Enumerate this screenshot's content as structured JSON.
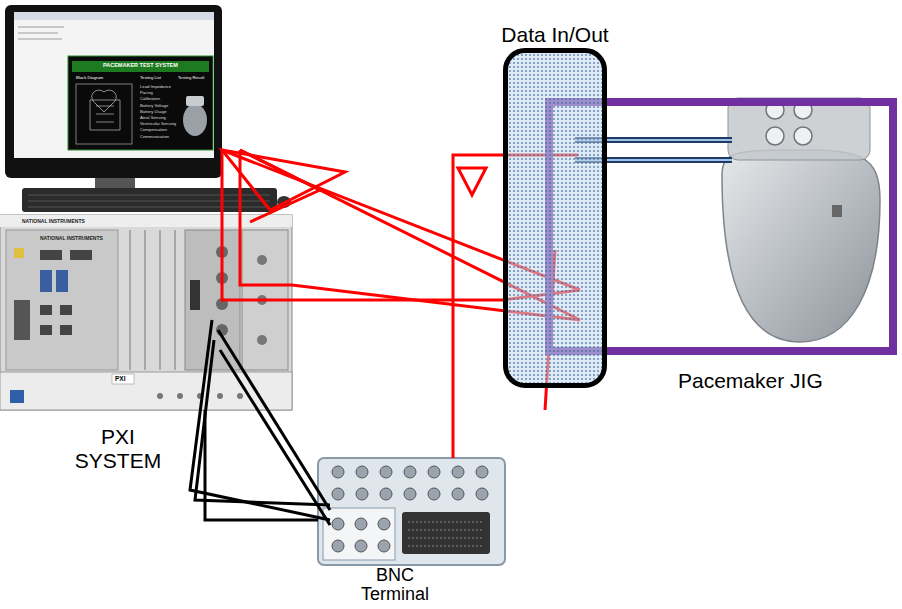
{
  "diagram": {
    "nodes": [
      {
        "text": [
          "Data In/Out"
        ]
      },
      {
        "text": [
          "Pacemaker JIG"
        ]
      },
      {
        "text": [
          "PXI SYSTEM"
        ]
      },
      {
        "text": [
          "BNC Terminal"
        ]
      }
    ],
    "edges": [
      {
        "from": 2,
        "to": 0,
        "arrow": "none"
      },
      {
        "from": 2,
        "to": 3,
        "arrow": "none"
      },
      {
        "from": 3,
        "to": 0,
        "arrow": "none"
      }
    ],
    "labels": [
      "PACEMAKER TEST SYSTEM",
      "Block Diagram",
      "Testing List",
      "Testing Result",
      "Lead Impedance",
      "Pacing",
      "Calibration",
      "Battery Voltage",
      "Battery Usage",
      "Atrial Sensing",
      "Ventricular Sensing",
      "Compensation",
      "Communication",
      "NATIONAL INSTRUMENTS",
      "NATIONAL INSTRUMENTS",
      "PXI"
    ]
  }
}
